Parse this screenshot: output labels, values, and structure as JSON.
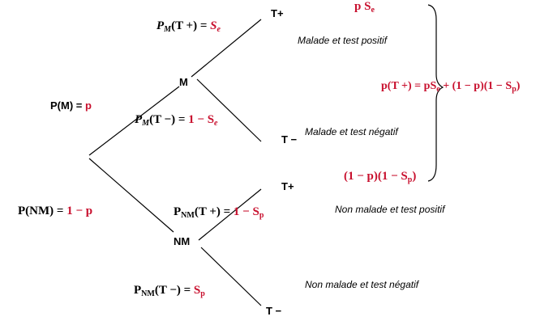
{
  "nodes": {
    "m": "M",
    "nm": "NM",
    "t_plus_1": "T+",
    "t_minus_1": "T −",
    "t_plus_2": "T+",
    "t_minus_2": "T −"
  },
  "probabilities": {
    "p_m": {
      "label": "P(M) = ",
      "value": "p"
    },
    "p_nm": {
      "label": "P(NM) = ",
      "value": "1 − p"
    },
    "pm_tplus": {
      "P": "P",
      "sub": "M",
      "arg": "(T +) = ",
      "value": "S",
      "value_sub": "e"
    },
    "pm_tminus": {
      "P": "P",
      "sub": "M",
      "arg": "(T −) = ",
      "value": "1 − S",
      "value_sub": "e"
    },
    "pnm_tplus": {
      "P": "P",
      "sub": "NM",
      "arg": "(T +) = ",
      "value": "1 − S",
      "value_sub": "p"
    },
    "pnm_tminus": {
      "P": "P",
      "sub": "NM",
      "arg": "(T −) = ",
      "value": "S",
      "value_sub": "p"
    }
  },
  "outcomes": {
    "malade_positif": "Malade et test positif",
    "malade_negatif": "Malade et test négatif",
    "non_malade_positif": "Non malade et test positif",
    "non_malade_negatif": "Non malade et  test négatif"
  },
  "formulas": {
    "p_se": {
      "main": "p S",
      "sub": "e"
    },
    "one_minus": {
      "a": "(1 − p)(1 − S",
      "sub": "p",
      "b": ")"
    },
    "total": {
      "lhs": "p(T +) = ",
      "t1": "pS",
      "t1_sub": "e",
      "t2": " + (1 − p)(1 − S",
      "t2_sub": "p",
      "t3": ")"
    }
  },
  "colors": {
    "accent_red": "#c8102e",
    "line": "#000000"
  }
}
